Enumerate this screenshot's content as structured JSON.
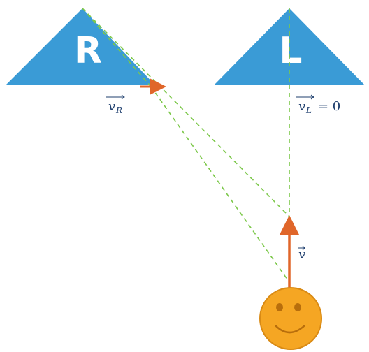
{
  "mirrors": {
    "right": {
      "letter": "R"
    },
    "left": {
      "letter": "L"
    }
  },
  "labels": {
    "v_r_main": "v",
    "v_r_sub": "R",
    "v_l_main": "v",
    "v_l_sub": "L",
    "v_l_eq": "= 0",
    "v_obs": "v"
  },
  "colors": {
    "mirror": "#3a9bd6",
    "dashed_line": "#7cc84a",
    "arrow": "#e0662a",
    "face": "#f5a623",
    "face_outline": "#d98a14",
    "text": "#1f3f6e"
  }
}
